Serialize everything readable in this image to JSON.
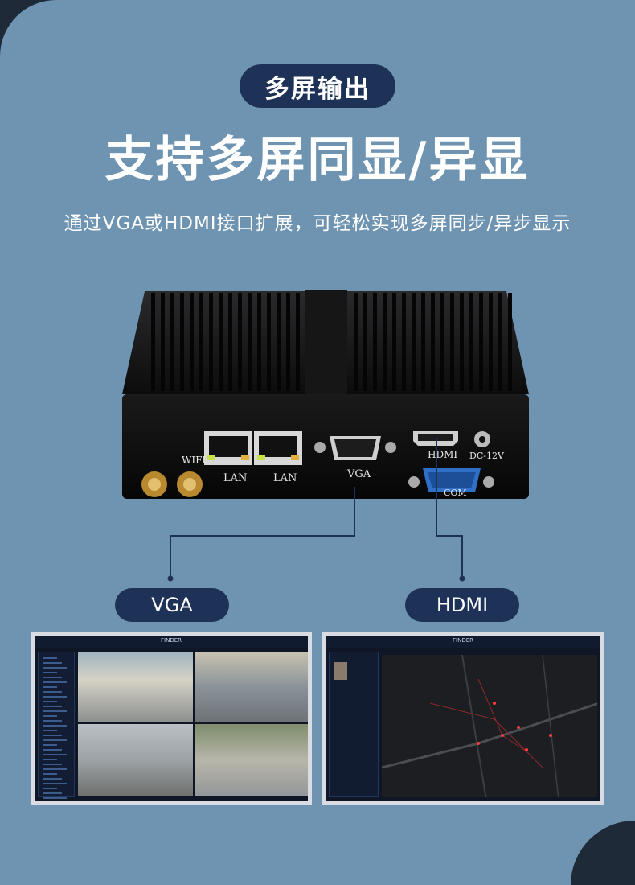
{
  "badge": "多屏输出",
  "headline": "支持多屏同显/异显",
  "subline": "通过VGA或HDMI接口扩展，可轻松实现多屏同步/异步显示",
  "ports": {
    "wifi": "WIFI",
    "lan1": "LAN",
    "lan2": "LAN",
    "vga": "VGA",
    "hdmi": "HDMI",
    "dc": "DC-12V",
    "com": "COM"
  },
  "outputs": {
    "left": "VGA",
    "right": "HDMI"
  },
  "screen_left": {
    "app": "FINDER"
  },
  "screen_right": {
    "app": "FINDER"
  },
  "colors": {
    "background": "#6e94b2",
    "badge": "#1e3258",
    "connector_line": "#1e3258"
  }
}
